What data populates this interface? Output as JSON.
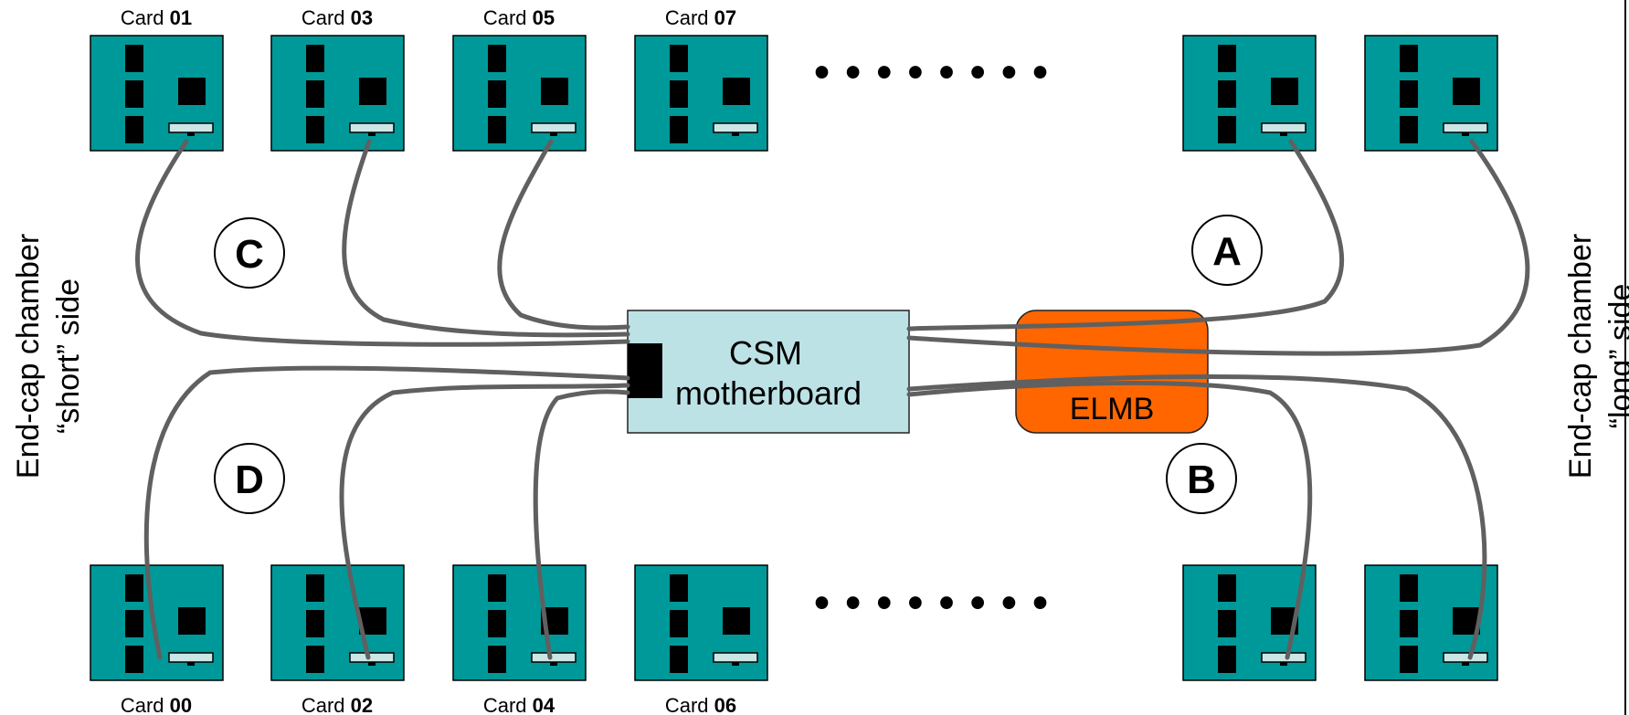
{
  "top_cards": [
    {
      "prefix": "Card ",
      "number": "01"
    },
    {
      "prefix": "Card ",
      "number": "03"
    },
    {
      "prefix": "Card ",
      "number": "05"
    },
    {
      "prefix": "Card ",
      "number": "07"
    },
    {
      "prefix": "",
      "number": ""
    },
    {
      "prefix": "",
      "number": ""
    }
  ],
  "bottom_cards": [
    {
      "prefix": "Card ",
      "number": "00"
    },
    {
      "prefix": "Card ",
      "number": "02"
    },
    {
      "prefix": "Card ",
      "number": "04"
    },
    {
      "prefix": "Card ",
      "number": "06"
    },
    {
      "prefix": "",
      "number": ""
    },
    {
      "prefix": "",
      "number": ""
    }
  ],
  "csm": {
    "line1": "CSM",
    "line2": "motherboard"
  },
  "elmb": {
    "label": "ELMB"
  },
  "connector_groups": [
    "A",
    "B",
    "C",
    "D"
  ],
  "side_labels": {
    "left": {
      "line1": "End-cap chamber",
      "line2": "“short” side"
    },
    "right": {
      "line1": "End-cap chamber",
      "line2": "“long” side"
    }
  },
  "ellipsis": "• • • • • • • •",
  "colors": {
    "card": "#009999",
    "chip": "#000000",
    "connector": "#cce6e6",
    "csm": "#bde2e6",
    "elmb": "#ff6600",
    "cable": "#606060"
  }
}
